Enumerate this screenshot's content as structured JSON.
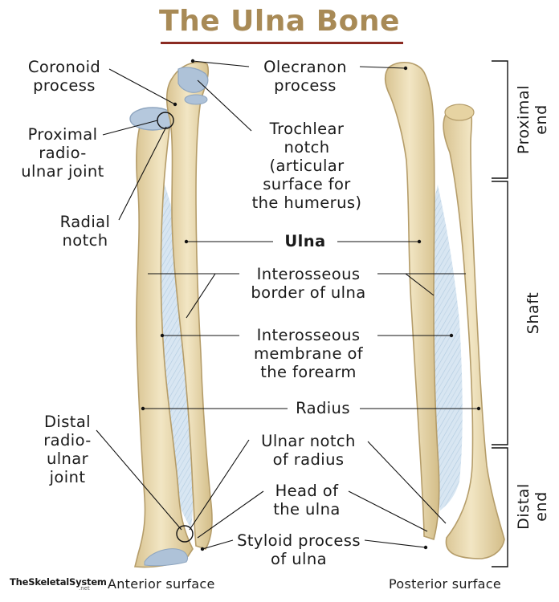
{
  "title": "The Ulna Bone",
  "labels": {
    "coronoid": "Coronoid\nprocess",
    "olecranon": "Olecranon\nprocess",
    "proximal_joint": "Proximal\nradio-\nulnar joint",
    "trochlear": "Trochlear\nnotch\n(articular\nsurface for\nthe humerus)",
    "radial_notch": "Radial\nnotch",
    "ulna": "Ulna",
    "interosseous_border": "Interosseous\nborder of ulna",
    "interosseous_membrane": "Interosseous\nmembrane of\nthe forearm",
    "radius": "Radius",
    "distal_joint": "Distal\nradio-\nulnar\njoint",
    "ulnar_notch": "Ulnar notch\nof radius",
    "head_ulna": "Head of\nthe ulna",
    "styloid": "Styloid process\nof ulna"
  },
  "regions": {
    "proximal": "Proximal\nend",
    "shaft": "Shaft",
    "distal": "Distal\nend"
  },
  "captions": {
    "anterior": "Anterior surface",
    "posterior": "Posterior surface"
  },
  "brand": {
    "name": "TheSkeletalSystem",
    "suffix": ".net"
  },
  "colors": {
    "title": "#a88a56",
    "title_rule": "#8b2b22",
    "bone_fill": "#ecdcaf",
    "bone_stroke": "#b59d6a",
    "cartilage": "#aec2d8",
    "membrane": "#cfe0ee"
  }
}
